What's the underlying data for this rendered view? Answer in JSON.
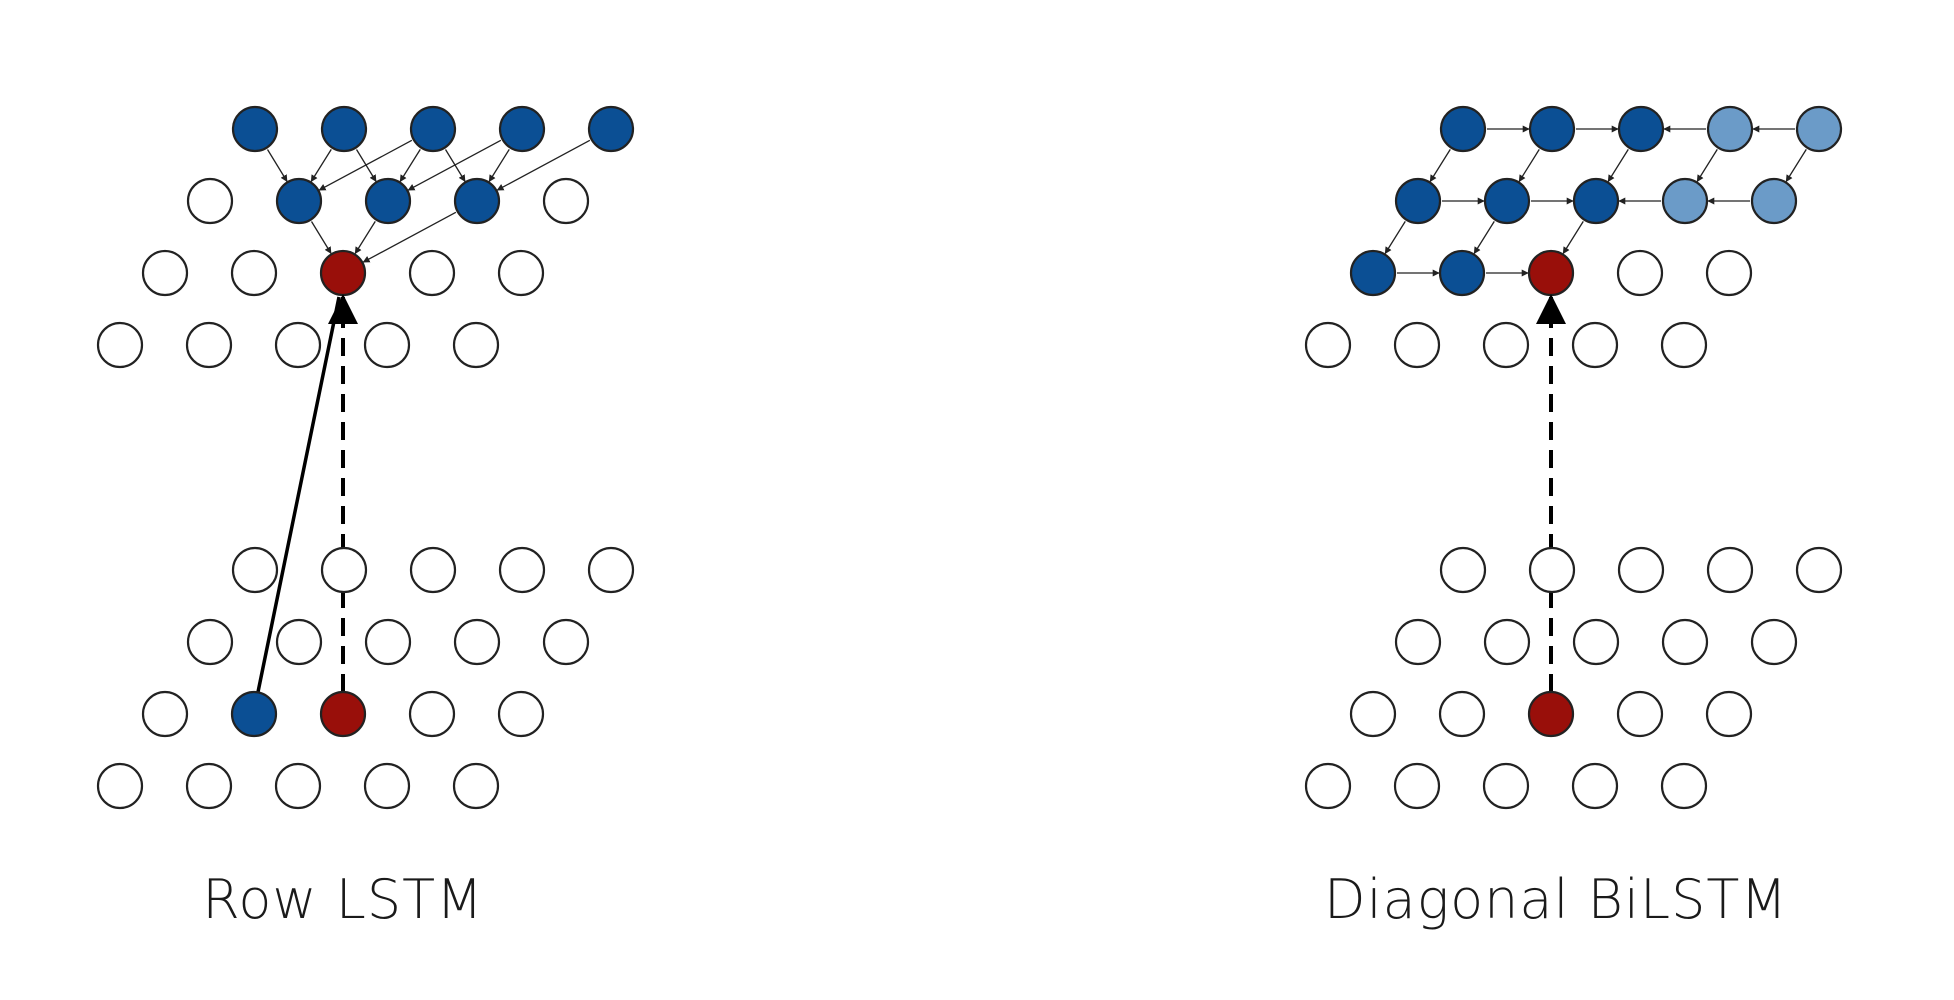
{
  "diagrams": [
    {
      "id": "row-lstm",
      "caption": "Row LSTM"
    },
    {
      "id": "diagonal-bilstm",
      "caption": "Diagonal BiLSTM"
    }
  ],
  "colors": {
    "blue": "#0b4f94",
    "light_blue": "#6b9bc8",
    "red": "#990f0a",
    "empty": "#ffffff",
    "stroke": "#222222"
  }
}
